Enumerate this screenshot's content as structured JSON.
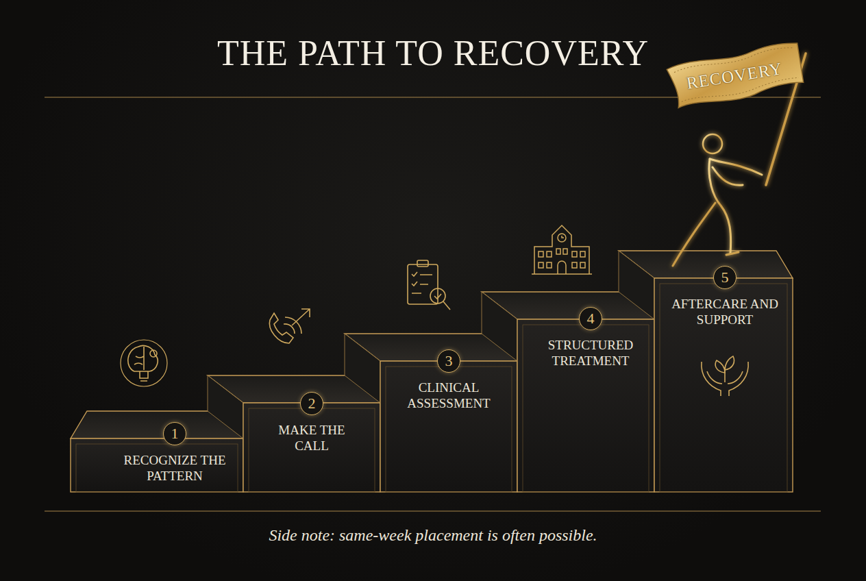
{
  "diagram": {
    "title": "THE PATH TO RECOVERY",
    "caption": "Side note: same-week placement is often possible.",
    "nodes": [
      {
        "text": [
          "1",
          "RECOGNIZE THE PATTERN"
        ]
      },
      {
        "text": [
          "2",
          "MAKE THE CALL"
        ]
      },
      {
        "text": [
          "3",
          "CLINICAL ASSESSMENT"
        ]
      },
      {
        "text": [
          "4",
          "STRUCTURED TREATMENT"
        ]
      },
      {
        "text": [
          "5",
          "AFTERCARE AND SUPPORT"
        ]
      },
      {
        "text": [
          "RECOVERY"
        ]
      }
    ]
  }
}
